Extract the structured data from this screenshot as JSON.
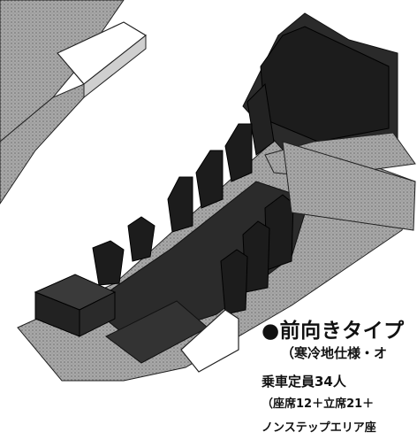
{
  "captions": {
    "layout_type": "●前向きタイプ",
    "spec": "（寒冷地仕様・オ",
    "capacity": "乗車定員34人",
    "seats": "（座席12＋立席21＋",
    "nonstep": "ノンステップエリア座"
  },
  "colors": {
    "floor": "#2b2b2b",
    "seat": "#1c1c1c",
    "panel": "#a0a0a0",
    "background": "#ffffff"
  }
}
